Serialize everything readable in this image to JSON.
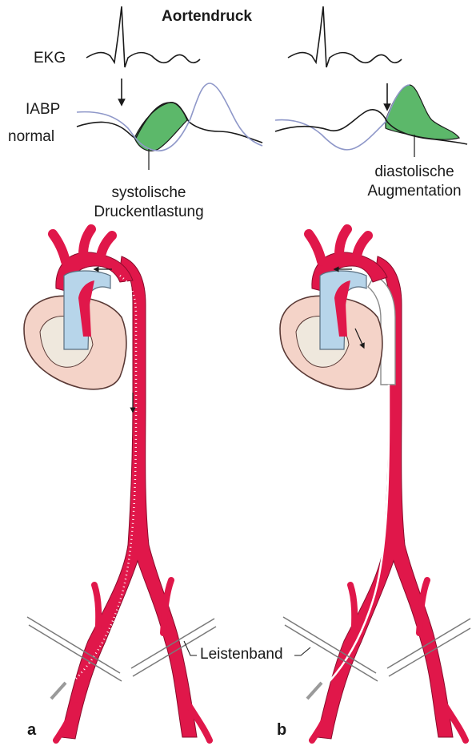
{
  "title": "Aortendruck",
  "labels": {
    "ekg": "EKG",
    "iabp": "IABP",
    "normal": "normal",
    "systolic_1": "systolische",
    "systolic_2": "Druckentlastung",
    "diastolic_1": "diastolische",
    "diastolic_2": "Augmentation",
    "ligament": "Leistenband"
  },
  "panels": {
    "a": "a",
    "b": "b"
  },
  "colors": {
    "artery": "#e0174a",
    "heart_fill": "#f4d3c8",
    "heart_outline": "#5a3a36",
    "vena": "#b7d5ea",
    "area_fill": "#5cb86a",
    "iabp_curve": "#8f98c9",
    "ink": "#1a1a1a"
  }
}
